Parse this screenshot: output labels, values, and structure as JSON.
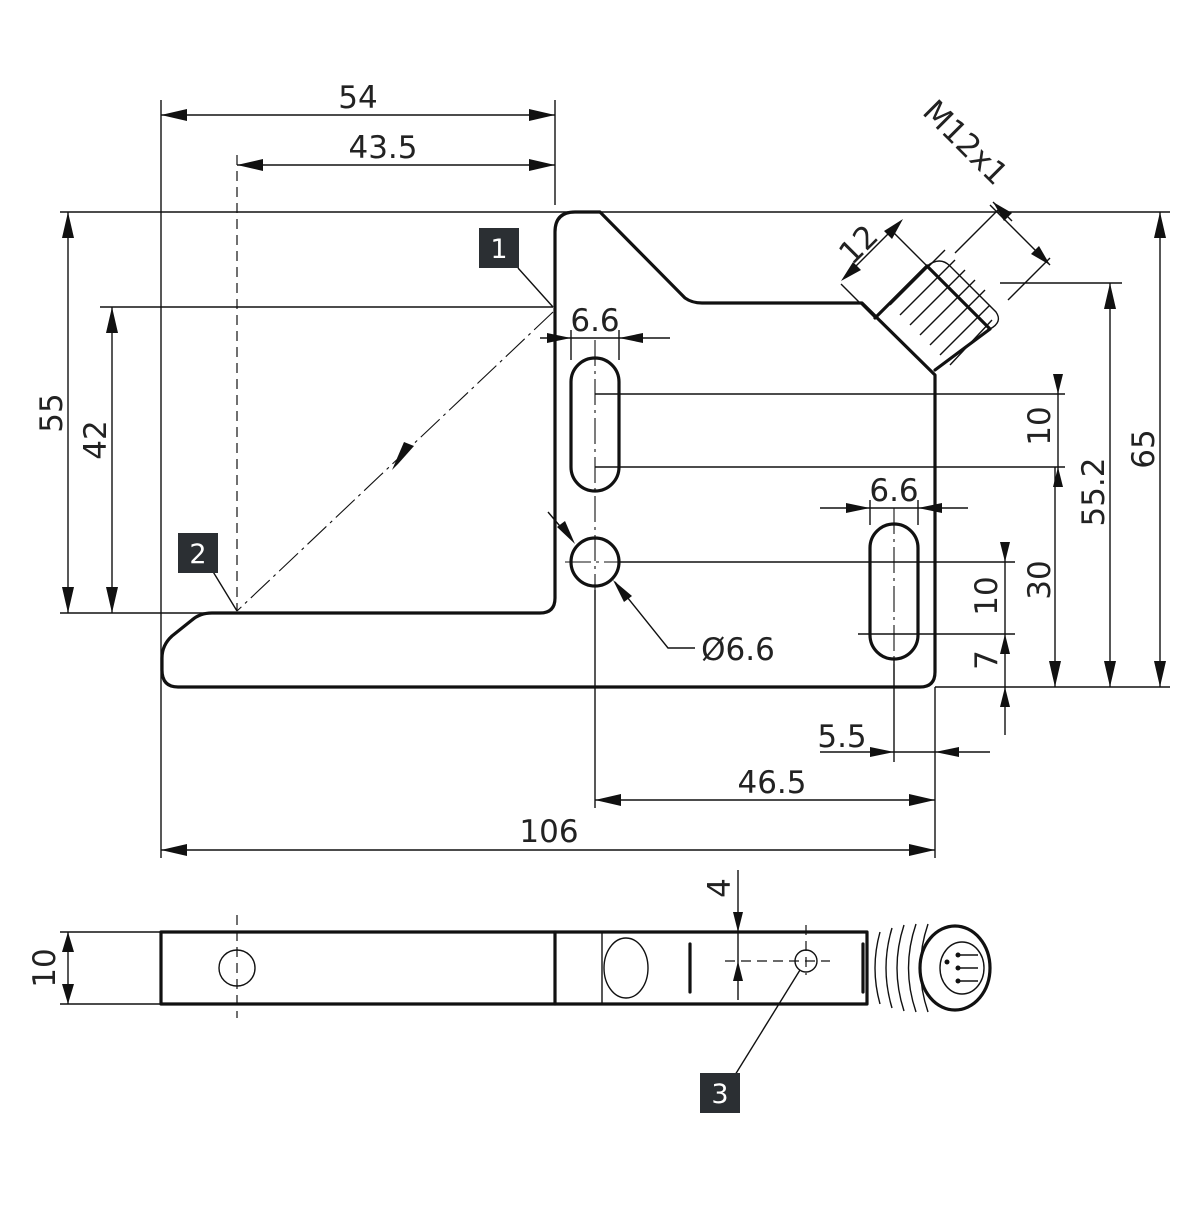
{
  "dimensions": {
    "width_54": "54",
    "width_43_5": "43.5",
    "height_55": "55",
    "height_42": "42",
    "slot_width_top": "6.6",
    "slot_width_bottom": "6.6",
    "slot_length_top": "10",
    "slot_length_bottom": "10",
    "offset_7": "7",
    "offset_30": "30",
    "height_55_2": "55.2",
    "height_65": "65",
    "hole_diameter": "Ø6.6",
    "offset_5_5": "5.5",
    "distance_46_5": "46.5",
    "total_width_106": "106",
    "connector_thread": "M12x1",
    "connector_length_12": "12",
    "thickness_10": "10",
    "depth_4": "4"
  },
  "callouts": [
    "1",
    "2",
    "3"
  ]
}
